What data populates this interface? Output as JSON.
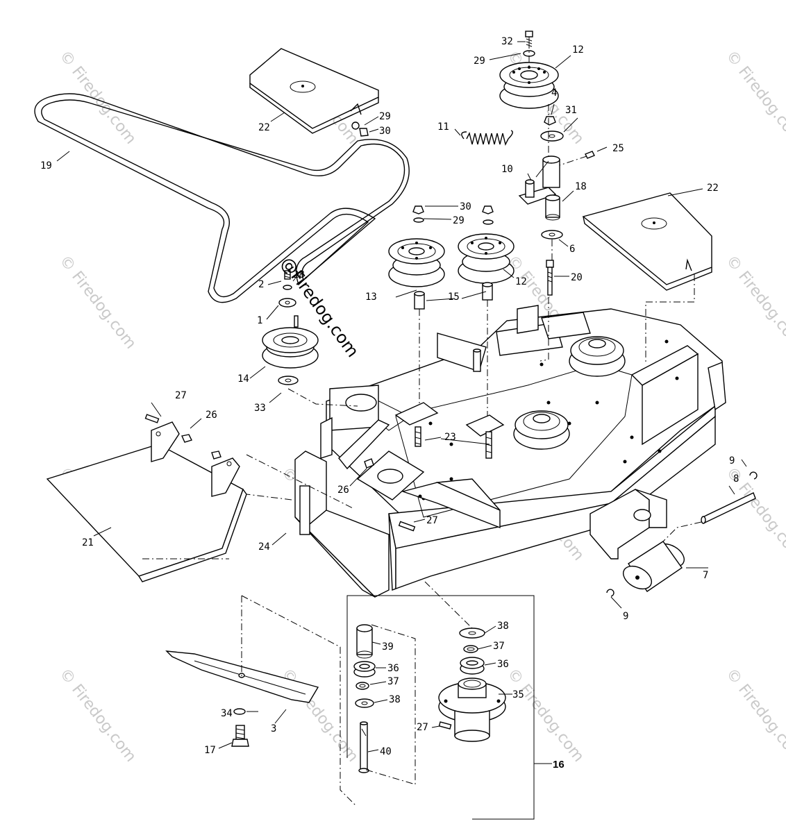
{
  "watermark": {
    "text": "© Firedog.com",
    "main_text": "@Firedog.com"
  },
  "labels": {
    "l1": "1",
    "l2": "2",
    "l3": "3",
    "l4": "4",
    "l6": "6",
    "l7": "7",
    "l8": "8",
    "l9a": "9",
    "l9b": "9",
    "l10": "10",
    "l11": "11",
    "l12a": "12",
    "l12b": "12",
    "l13": "13",
    "l14": "14",
    "l15": "15",
    "l16": "16",
    "l17": "17",
    "l18": "18",
    "l19": "19",
    "l20": "20",
    "l21": "21",
    "l22a": "22",
    "l22b": "22",
    "l23": "23",
    "l24": "24",
    "l25": "25",
    "l26a": "26",
    "l26b": "26",
    "l27a": "27",
    "l27b": "27",
    "l27c": "27",
    "l28": "28",
    "l29a": "29",
    "l29b": "29",
    "l29c": "29",
    "l30a": "30",
    "l30b": "30",
    "l31": "31",
    "l32": "32",
    "l33": "33",
    "l34": "34",
    "l35": "35",
    "l36a": "36",
    "l36b": "36",
    "l37a": "37",
    "l37b": "37",
    "l38a": "38",
    "l38b": "38",
    "l39": "39",
    "l40": "40"
  }
}
